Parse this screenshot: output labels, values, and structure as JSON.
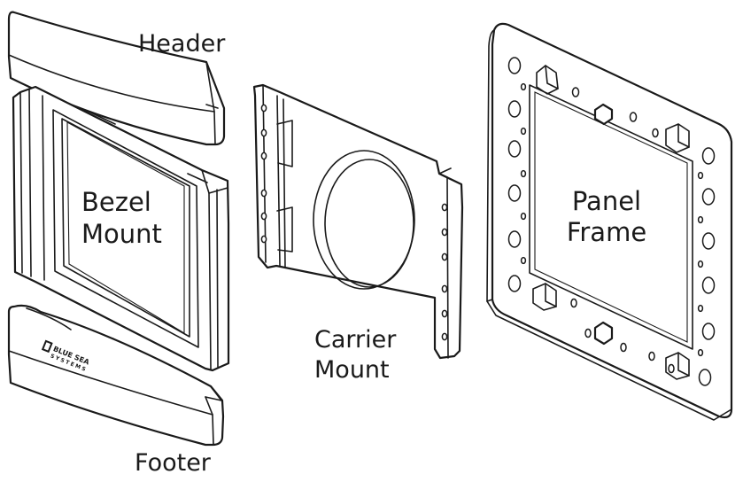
{
  "diagram": {
    "parts": {
      "header": {
        "label": "Header"
      },
      "bezel_mount": {
        "label_line1": "Bezel",
        "label_line2": "Mount"
      },
      "footer": {
        "label": "Footer",
        "logo_line1": "BLUE SEA",
        "logo_line2": "SYSTEMS"
      },
      "carrier_mount": {
        "label_line1": "Carrier",
        "label_line2": "Mount"
      },
      "panel_frame": {
        "label_line1": "Panel",
        "label_line2": "Frame"
      }
    },
    "colors": {
      "ink": "#1a1a1a",
      "background": "#ffffff"
    }
  }
}
